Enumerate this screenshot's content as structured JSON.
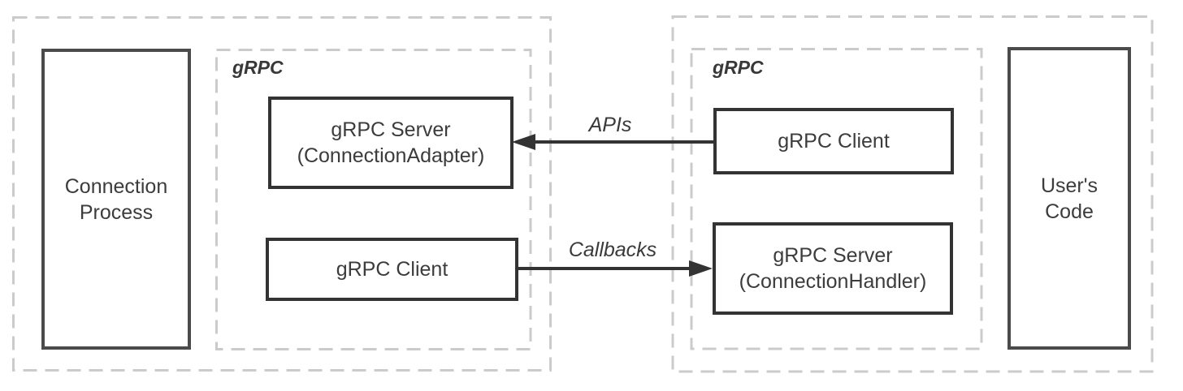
{
  "diagram": {
    "left_group": {
      "connection_process": {
        "line1": "Connection",
        "line2": "Process"
      },
      "grpc_container": {
        "label": "gRPC",
        "server_adapter": {
          "line1": "gRPC Server",
          "line2": "(ConnectionAdapter)"
        },
        "client": {
          "label": "gRPC Client"
        }
      }
    },
    "right_group": {
      "grpc_container": {
        "label": "gRPC",
        "client": {
          "label": "gRPC Client"
        },
        "server_handler": {
          "line1": "gRPC Server",
          "line2": "(ConnectionHandler)"
        }
      },
      "users_code": {
        "line1": "User's",
        "line2": "Code"
      }
    },
    "arrows": {
      "apis": {
        "label": "APIs",
        "direction": "right-to-left"
      },
      "callbacks": {
        "label": "Callbacks",
        "direction": "left-to-right"
      }
    },
    "colors": {
      "solid_border": "#333333",
      "tall_box_border": "#4b4b4b",
      "dashed_border": "#cbcbcb",
      "arrow": "#333333",
      "text": "#3c3c3c",
      "background": "#ffffff"
    }
  }
}
